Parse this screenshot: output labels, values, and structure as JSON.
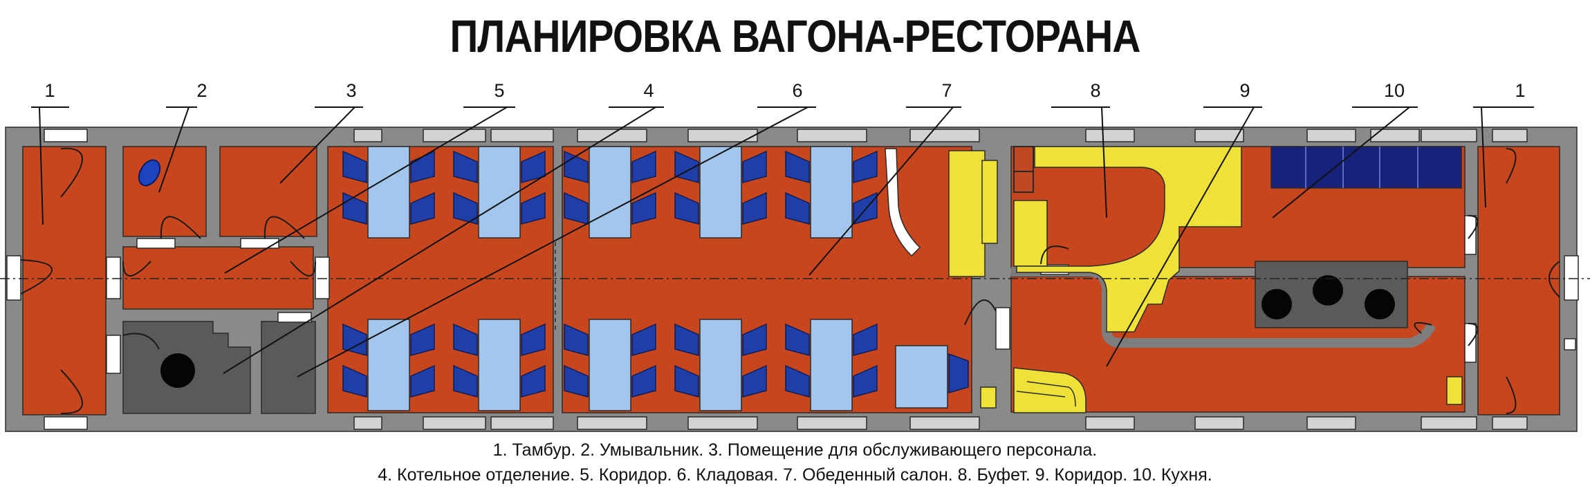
{
  "title": "ПЛАНИРОВКА ВАГОНА-РЕСТОРАНА",
  "callouts": [
    "1",
    "2",
    "3",
    "5",
    "4",
    "6",
    "7",
    "8",
    "9",
    "10",
    "1"
  ],
  "legend": {
    "line1": "1. Тамбур. 2. Умывальник. 3. Помещение для обслуживающего персонала.",
    "line2": "4. Котельное отделение. 5. Коридор. 6. Кладовая. 7. Обеденный салон. 8. Буфет. 9. Коридор. 10. Кухня."
  },
  "colors": {
    "wall": "#8a8a8a",
    "floor": "#c8461e",
    "machine": "#5a5a5a",
    "table": "#a3c6ec",
    "chair": "#1f3ea8",
    "counter": "#efe138",
    "cabinet": "#17237a",
    "window": "#d3d3d3"
  }
}
